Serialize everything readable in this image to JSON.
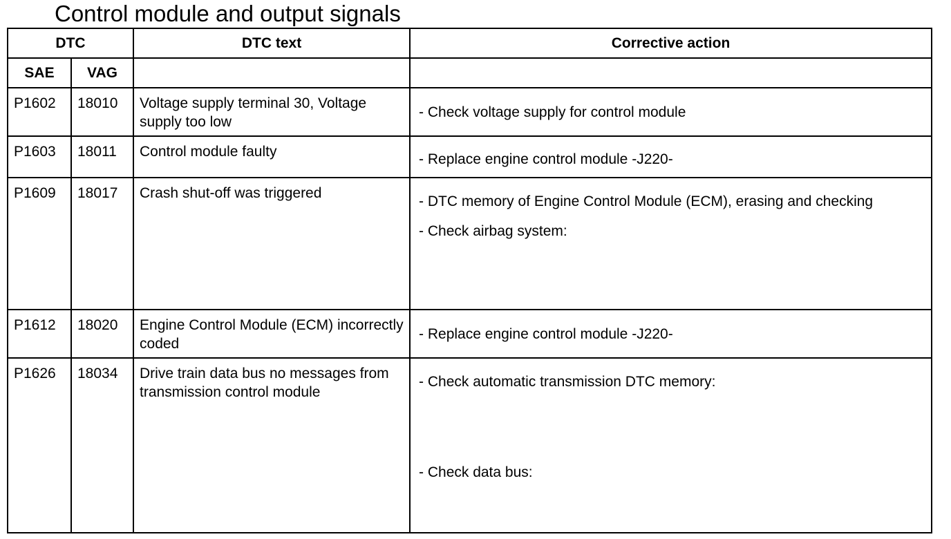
{
  "page": {
    "title": "Control module and output signals"
  },
  "table": {
    "headers": {
      "dtc": "DTC",
      "dtc_text": "DTC text",
      "corrective_action": "Corrective action",
      "sae": "SAE",
      "vag": "VAG"
    },
    "rows": [
      {
        "sae": "P1602",
        "vag": "18010",
        "text": "Voltage supply terminal 30, Voltage supply too low",
        "actions": [
          "- Check voltage supply for control module"
        ]
      },
      {
        "sae": "P1603",
        "vag": "18011",
        "text": "Control module faulty",
        "actions": [
          "- Replace engine control module -J220-"
        ]
      },
      {
        "sae": "P1609",
        "vag": "18017",
        "text": "Crash shut-off was triggered",
        "actions": [
          "- DTC memory of Engine Control Module (ECM), erasing and checking",
          "- Check airbag system:"
        ]
      },
      {
        "sae": "P1612",
        "vag": "18020",
        "text": "Engine Control Module (ECM) incorrectly coded",
        "actions": [
          "- Replace engine control module -J220-"
        ]
      },
      {
        "sae": "P1626",
        "vag": "18034",
        "text": "Drive train data bus no messages from transmission control module",
        "actions": [
          "- Check automatic transmission DTC memory:",
          "- Check data bus:"
        ]
      }
    ]
  }
}
